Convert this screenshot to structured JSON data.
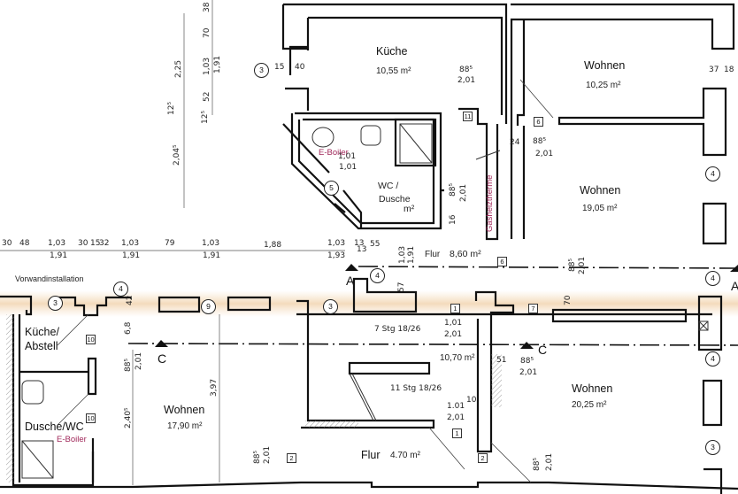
{
  "plan": {
    "rooms": [
      {
        "id": "kueche-top",
        "name": "Küche",
        "area": "10,55 m²"
      },
      {
        "id": "wohnen-top-right",
        "name": "Wohnen",
        "area": "10,25 m²"
      },
      {
        "id": "wohnen-right-mid",
        "name": "Wohnen",
        "area": "19,05 m²"
      },
      {
        "id": "wc-dusche",
        "name": "WC /",
        "name2": "Dusche",
        "area": "m²"
      },
      {
        "id": "flur-top",
        "name": "Flur",
        "area": "8,60 m²"
      },
      {
        "id": "kueche-abstell",
        "name": "Küche/",
        "name2": "Abstell"
      },
      {
        "id": "dusche-wc",
        "name": "Dusche/WC"
      },
      {
        "id": "wohnen-bottom-left",
        "name": "Wohnen",
        "area": "17,90 m²"
      },
      {
        "id": "stair",
        "area": "10,70 m²"
      },
      {
        "id": "flur-bottom",
        "name": "Flur",
        "area": "4.70 m²"
      },
      {
        "id": "wohnen-bottom-right",
        "name": "Wohnen",
        "area": "20,25 m²"
      }
    ],
    "annotations": {
      "e_boiler_top": "E-Boiler",
      "e_boiler_bottom": "E-Boiler",
      "gasheiztherme": "Gasheiztherme",
      "vorwand": "Vorwandinstallation",
      "stair_upper": "7 Stg 18/26",
      "stair_lower": "11 Stg 18/26"
    },
    "section_marks": [
      "A",
      "A",
      "C",
      "C"
    ],
    "circle_marks": [
      "3",
      "5",
      "4",
      "4",
      "4",
      "3",
      "9",
      "3",
      "4",
      "3"
    ],
    "box_marks": [
      "11",
      "6",
      "6",
      "1",
      "7",
      "10",
      "10",
      "1",
      "2",
      "2"
    ],
    "dimensions": {
      "top_left_vertical": [
        "38",
        "70",
        "2,25",
        "1,03",
        "1,91",
        "52",
        "12⁵",
        "12⁵",
        "2,04⁵"
      ],
      "kitchen_top": [
        "15",
        "40",
        "88⁵",
        "2,01"
      ],
      "right_top": [
        "37",
        "18",
        "24",
        "88⁵",
        "2,01"
      ],
      "wc": [
        "1,01",
        "1,01",
        "88⁵",
        "2,01",
        "16"
      ],
      "horizontal_row": [
        "30",
        "48",
        "1,03",
        "1,91",
        "30",
        "15",
        "32",
        "1,03",
        "1,91",
        "79",
        "1,03",
        "1,91",
        "1,88",
        "1,03",
        "1,93",
        "13",
        "13",
        "55"
      ],
      "flur_top": [
        "1,03",
        "1,91",
        "57",
        "88⁵",
        "2,01",
        "70"
      ],
      "bottom_left": [
        "42",
        "6,8",
        "88⁵",
        "2,01",
        "2,40⁵",
        "3,97",
        "88⁵",
        "2,01"
      ],
      "stair": [
        "1,01",
        "2,01",
        "1.01",
        "2,01",
        "10",
        "51",
        "88⁵",
        "2,01"
      ],
      "bottom_right": [
        "88⁵",
        "2,01"
      ]
    }
  }
}
